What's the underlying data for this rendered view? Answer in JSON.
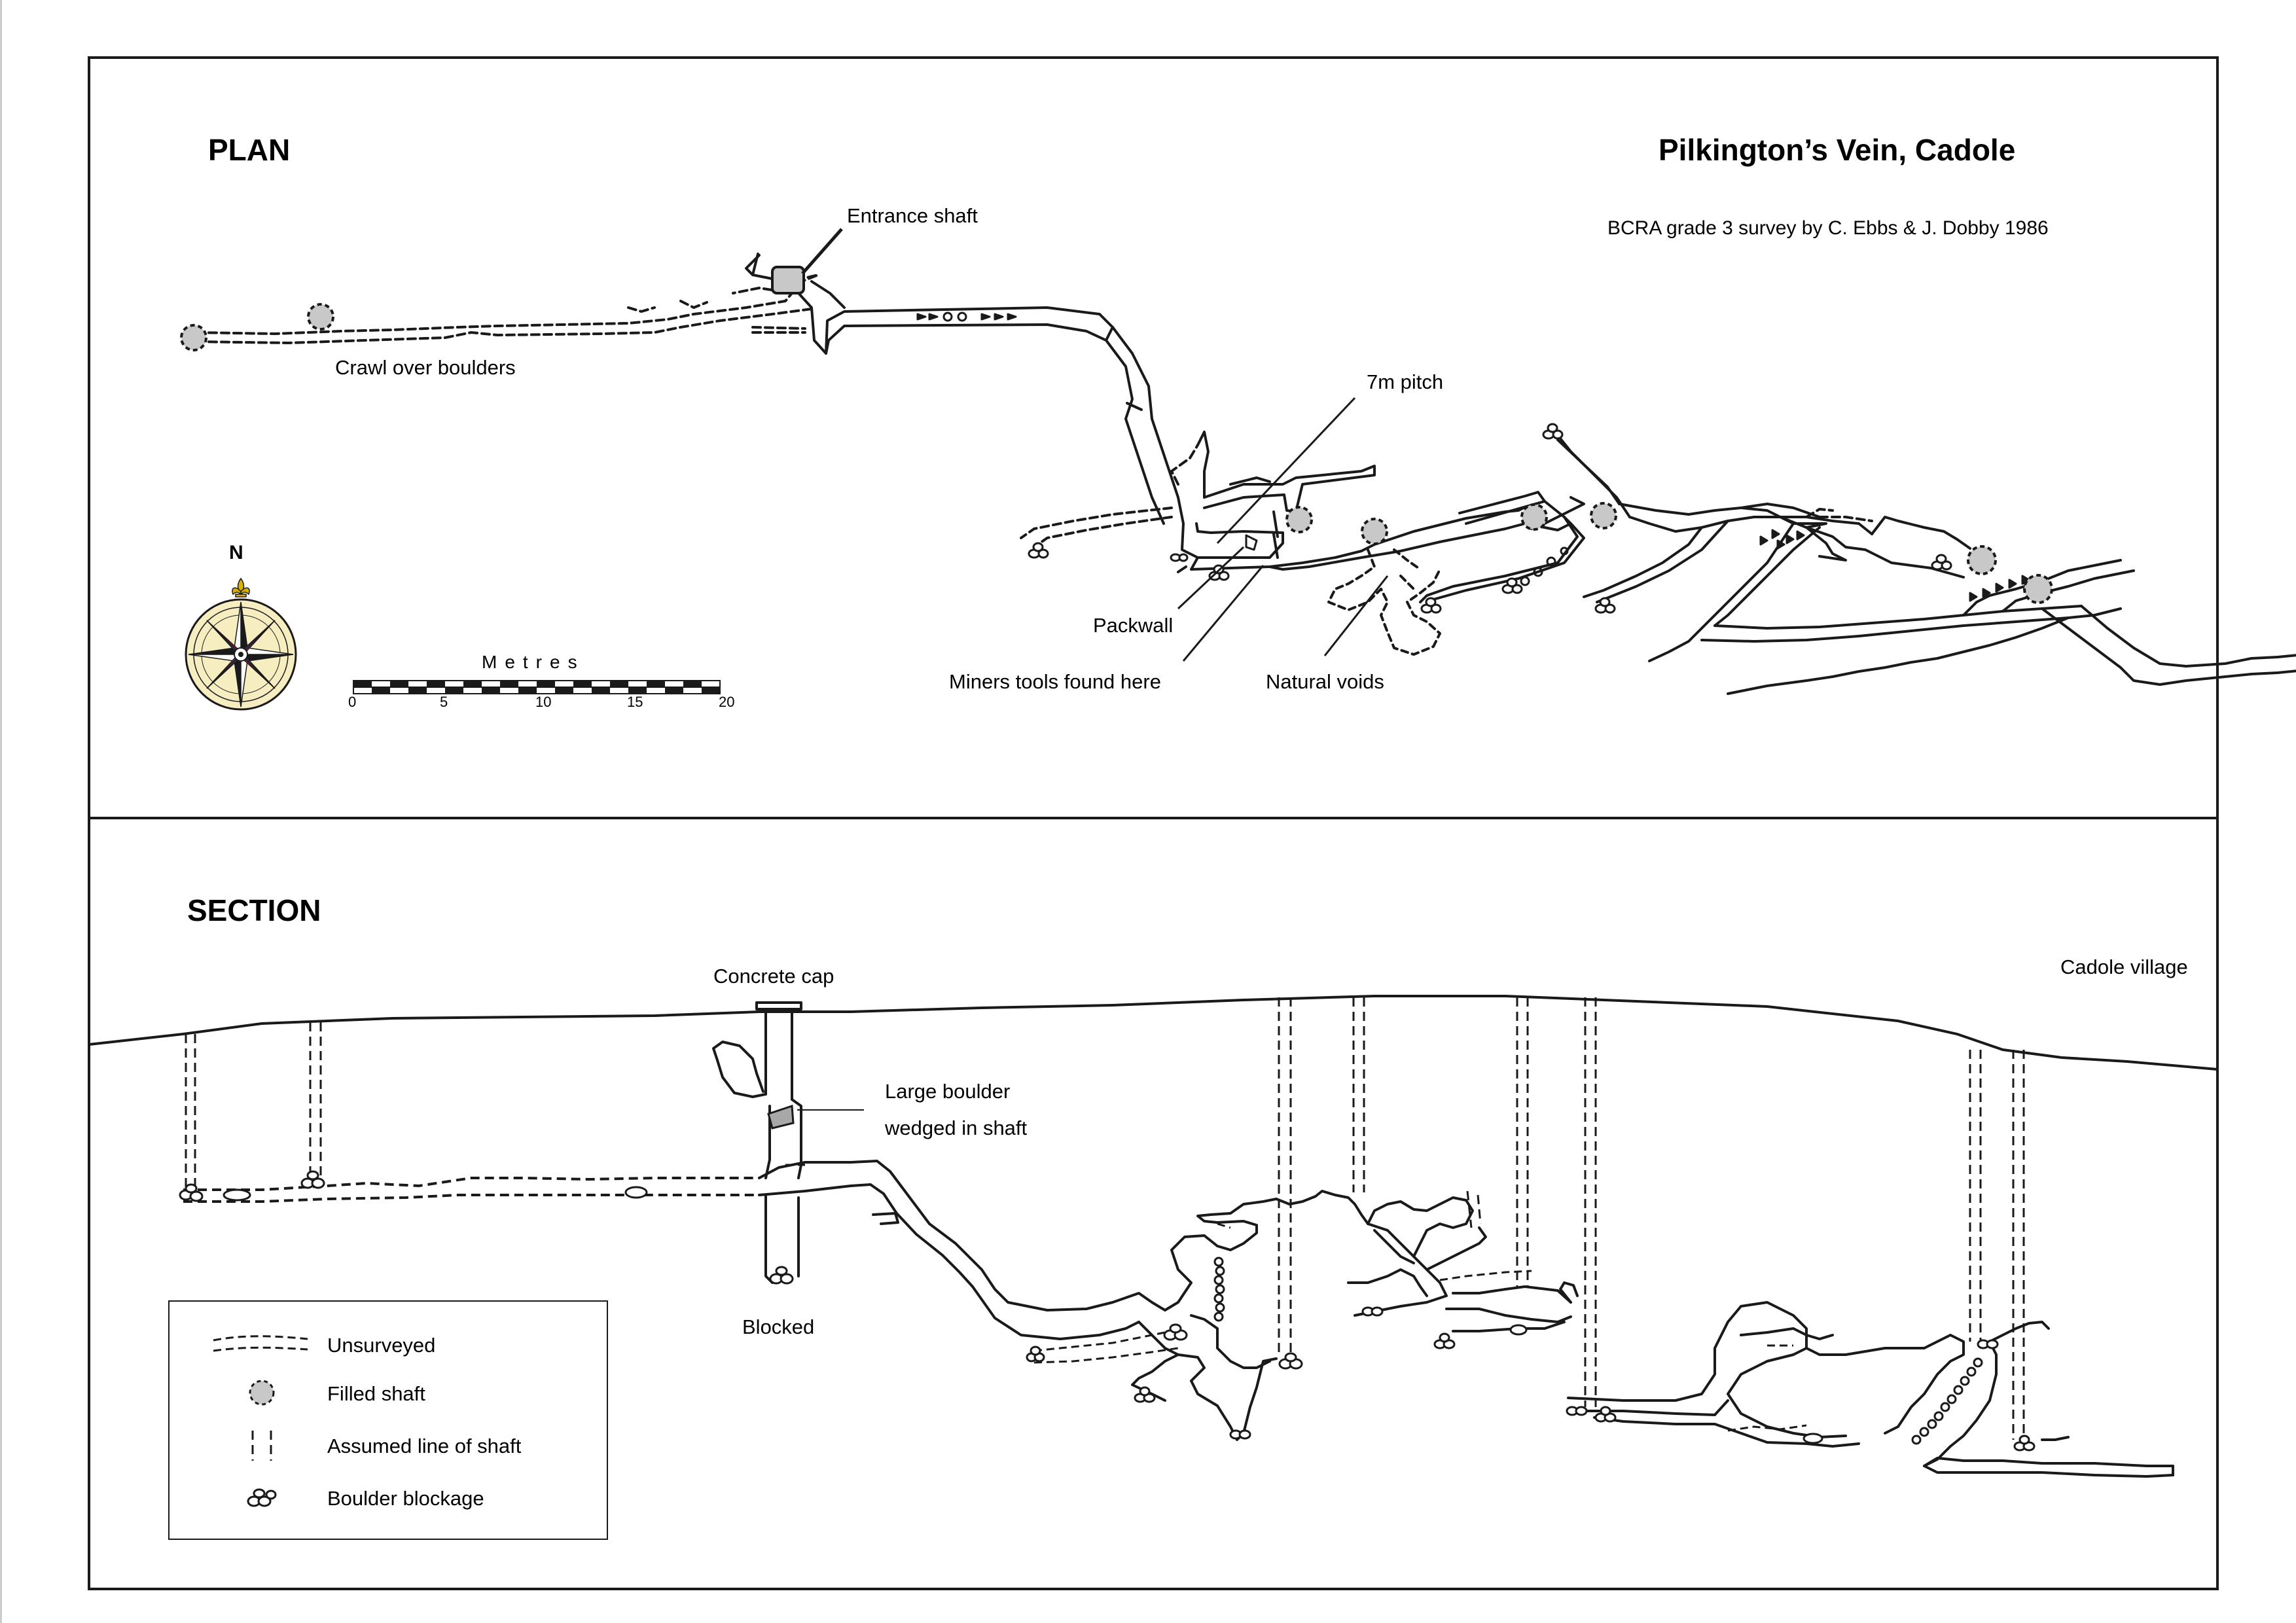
{
  "plan": {
    "heading": "PLAN",
    "title": "Pilkington’s Vein, Cadole",
    "credit": "BCRA grade 3 survey by C. Ebbs & J. Dobby 1986",
    "labels": {
      "entrance_shaft": "Entrance shaft",
      "crawl": "Crawl over boulders",
      "pitch": "7m pitch",
      "packwall": "Packwall",
      "miners_tools": "Miners tools found here",
      "natural_voids": "Natural voids"
    },
    "compass_label": "N",
    "scale": {
      "title": "Metres",
      "ticks": [
        "0",
        "5",
        "10",
        "15",
        "20"
      ]
    }
  },
  "section": {
    "heading": "SECTION",
    "labels": {
      "concrete_cap": "Concrete cap",
      "cadole_village": "Cadole village",
      "large_boulder_1": "Large boulder",
      "large_boulder_2": "wedged in shaft",
      "blocked": "Blocked"
    }
  },
  "legend": {
    "items": [
      {
        "symbol": "unsurveyed",
        "label": "Unsurveyed"
      },
      {
        "symbol": "filled-shaft",
        "label": "Filled shaft"
      },
      {
        "symbol": "assumed-shaft",
        "label": "Assumed line of shaft"
      },
      {
        "symbol": "boulder-blockage",
        "label": "Boulder blockage"
      }
    ]
  },
  "colors": {
    "ink": "#1a1a1a",
    "fill_shaft": "#c8c8c8",
    "compass_red": "#c0241c",
    "compass_blue": "#1f3fa0",
    "compass_gold": "#d8b000"
  }
}
